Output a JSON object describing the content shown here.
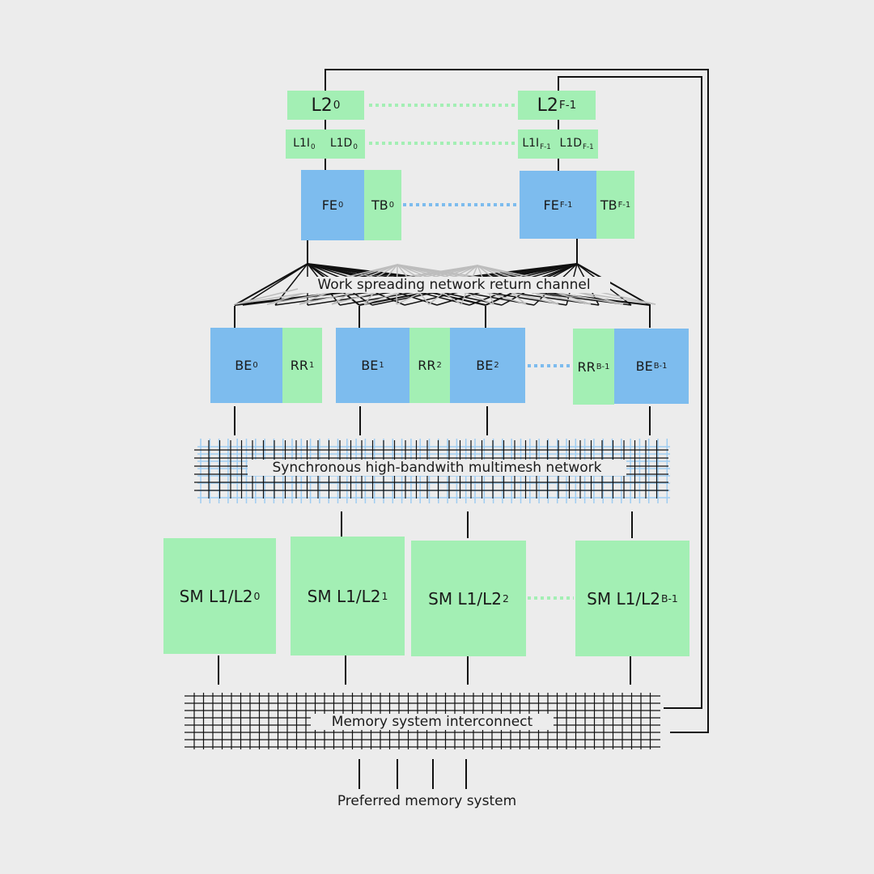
{
  "front": {
    "l2": [
      {
        "base": "L2",
        "sub": "0"
      },
      {
        "base": "L2",
        "sub": "F-1"
      }
    ],
    "l1i": [
      {
        "base": "L1I",
        "sub": "0"
      },
      {
        "base": "L1I",
        "sub": "F-1"
      }
    ],
    "l1d": [
      {
        "base": "L1D",
        "sub": "0"
      },
      {
        "base": "L1D",
        "sub": "F-1"
      }
    ],
    "fe": [
      {
        "base": "FE",
        "sub": "0"
      },
      {
        "base": "FE",
        "sub": "F-1"
      }
    ],
    "tb": [
      {
        "base": "TB",
        "sub": "0"
      },
      {
        "base": "TB",
        "sub": "F-1"
      }
    ]
  },
  "work_network_label": "Work spreading network return channel",
  "back": {
    "be": [
      {
        "base": "BE",
        "sub": "0"
      },
      {
        "base": "BE",
        "sub": "1"
      },
      {
        "base": "BE",
        "sub": "2"
      },
      {
        "base": "BE",
        "sub": "B-1"
      }
    ],
    "rr": [
      {
        "base": "RR",
        "sub": "1"
      },
      {
        "base": "RR",
        "sub": "2"
      },
      {
        "base": "RR",
        "sub": "B-1"
      }
    ]
  },
  "multimesh_label": "Synchronous high-bandwith multimesh network",
  "sm": [
    {
      "base": "SM L1/L2",
      "sub": "0"
    },
    {
      "base": "SM L1/L2",
      "sub": "1"
    },
    {
      "base": "SM L1/L2",
      "sub": "2"
    },
    {
      "base": "SM L1/L2",
      "sub": "B-1"
    }
  ],
  "memory_interconnect_label": "Memory system interconnect",
  "preferred_memory_label": "Preferred memory system",
  "colors": {
    "green": "#a3efb4",
    "blue": "#7dbcee",
    "line": "#111111",
    "grid_blue": "#9fcdf2",
    "fan_gray": "#bdbdbd"
  }
}
